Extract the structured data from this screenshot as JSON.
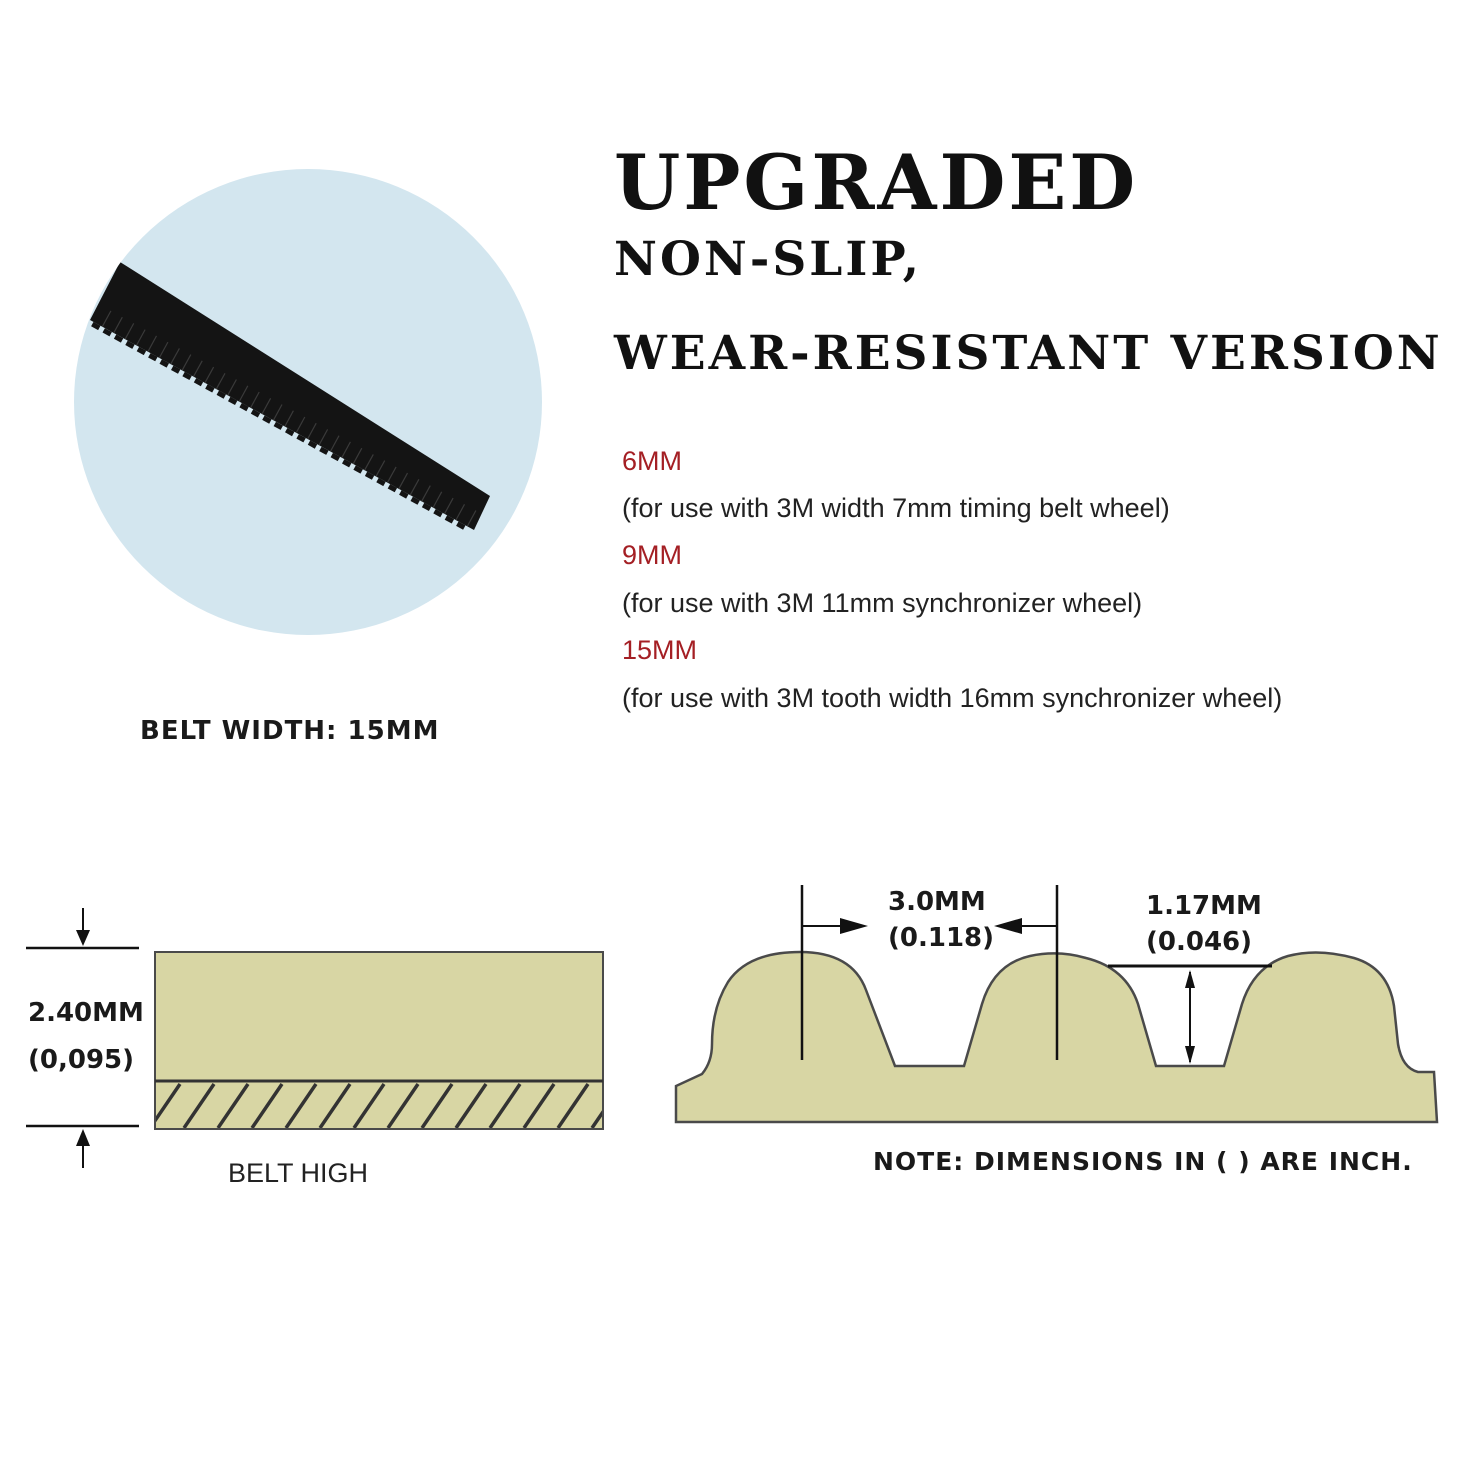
{
  "heading": {
    "line1": "UPGRADED",
    "line2": "NON-SLIP,",
    "line3": "WEAR-RESISTANT VERSION"
  },
  "specs": [
    {
      "size": "6MM",
      "description": "(for use with 3M width 7mm timing belt wheel)"
    },
    {
      "size": "9MM",
      "description": "(for use with 3M 11mm synchronizer wheel)"
    },
    {
      "size": "15MM",
      "description": "(for use with 3M tooth width 16mm synchronizer wheel)"
    }
  ],
  "photo": {
    "caption": "BELT WIDTH: 15MM",
    "background_color": "#d3e6ef",
    "belt_color": "#141414"
  },
  "height_diagram": {
    "value_mm": "2.40MM",
    "value_in": "(0,095)",
    "caption": "BELT HIGH",
    "fill_color": "#d8d6a4"
  },
  "tooth_diagram": {
    "pitch_mm": "3.0MM",
    "pitch_in": "(0.118)",
    "depth_mm": "1.17MM",
    "depth_in": "(0.046)",
    "fill_color": "#d8d6a4"
  },
  "note": "NOTE: DIMENSIONS IN ( ) ARE INCH."
}
